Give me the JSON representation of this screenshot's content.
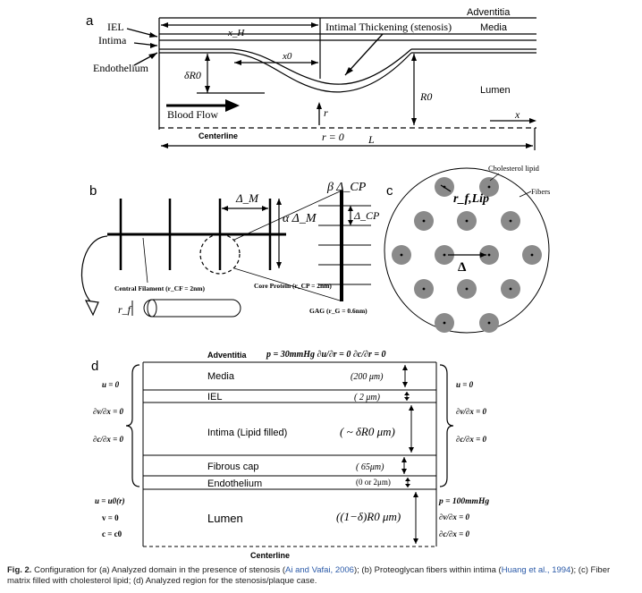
{
  "panels": {
    "a": {
      "letter": "a",
      "labels": {
        "adventitia": "Adventitia",
        "media": "Media",
        "iel": "IEL",
        "intima": "Intima",
        "endothelium": "Endothelium",
        "lumen": "Lumen",
        "stenosis": "Intimal Thickening (stenosis)",
        "blood_flow": "Blood Flow",
        "centerline": "Centerline",
        "x_H": "x_H",
        "x0": "x0",
        "deltaR0": "δR0",
        "R0": "R0",
        "r": "r",
        "r_eq": "r = 0",
        "L": "L",
        "x": "x"
      }
    },
    "b": {
      "letter": "b",
      "labels": {
        "delta_M": "Δ_M",
        "alpha_delta_M": "α Δ_M",
        "beta_delta_CP": "β Δ_CP",
        "delta_CP": "Δ_CP",
        "central_filament": "Central Filament (r_CF = 2nm)",
        "core_protein": "Core Protein (r_CP = 2nm)",
        "gag": "GAG (r_G = 0.6nm)",
        "r_f": "r_f"
      }
    },
    "c": {
      "letter": "c",
      "labels": {
        "cholesterol_lipid": "Cholesterol lipid",
        "fibers": "Fibers",
        "r_f_lip": "r_f,Lip",
        "delta": "Δ"
      }
    },
    "d": {
      "letter": "d",
      "top_label": "Adventitia",
      "top_conditions": "p = 30mmHg   ∂u/∂r = 0   ∂c/∂r = 0",
      "layers": [
        {
          "name": "Media",
          "size": "(200 μm)"
        },
        {
          "name": "IEL",
          "size": "( 2 μm)"
        },
        {
          "name": "Intima (Lipid filled)",
          "size": "( ~ δR0 μm)"
        },
        {
          "name": "Fibrous cap",
          "size": "( 65μm)"
        },
        {
          "name": "Endothelium",
          "size": "(0 or 2μm)"
        },
        {
          "name": "Lumen",
          "size": "((1−δ)R0 μm)"
        }
      ],
      "bottom_label": "Centerline",
      "left_conditions": {
        "u0": "u = 0",
        "dvdx": "∂v/∂x = 0",
        "dcdx": "∂c/∂x = 0",
        "u_inlet": "u = u0(r)",
        "v0": "v = 0",
        "c_inlet": "c = c0"
      },
      "right_conditions": {
        "u0": "u = 0",
        "dvdx": "∂v/∂x = 0",
        "dcdx": "∂c/∂x = 0",
        "p_outlet": "p = 100mmHg",
        "dvdx_out": "∂v/∂x = 0",
        "dcdx_out": "∂c/∂x = 0"
      }
    }
  },
  "caption": {
    "fig": "Fig. 2.",
    "text_1": " Configuration for (a) Analyzed domain in the presence of stenosis (",
    "ref_1": "Ai and Vafai, 2006",
    "text_2": "); (b) Proteoglycan fibers within intima (",
    "ref_2": "Huang et al., 1994",
    "text_3": "); (c) Fiber matrix filled with cholesterol lipid; (d) Analyzed region for the stenosis/plaque case."
  },
  "colors": {
    "line": "#000000",
    "fiber_gray": "#8a8a8a",
    "ref_blue": "#2b5aa8"
  }
}
